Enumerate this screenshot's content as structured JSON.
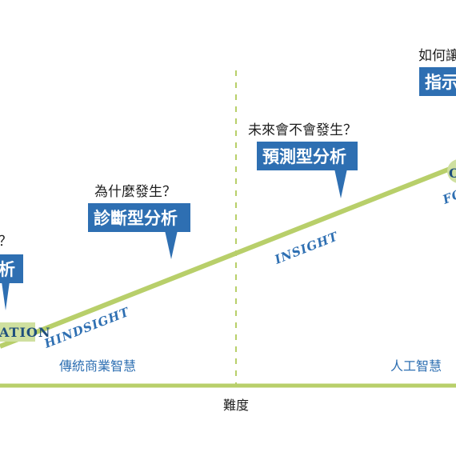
{
  "colors": {
    "line": "#b8cf6a",
    "box": "#2e6fb2",
    "stage_bg": "#cfe0a0",
    "axis_text": "#1e1e1e",
    "era_text": "#2e6fb2"
  },
  "axis": {
    "x_label": "難度"
  },
  "divider": {
    "style": "dashed"
  },
  "eras": {
    "left": "傳統商業智慧",
    "right": "人工智慧"
  },
  "stages": {
    "information": "ATION",
    "hindsight": "HINDSIGHT",
    "insight": "INSIGHT",
    "foresight_o": "O",
    "foresight": "FO"
  },
  "callouts": {
    "descriptive": {
      "question": "？",
      "label": "析"
    },
    "diagnostic": {
      "question": "為什麼發生？",
      "label": "診斷型分析"
    },
    "predictive": {
      "question": "未來會不會發生？",
      "label": "預測型分析"
    },
    "prescriptive": {
      "question": "如何讓",
      "label": "指示"
    }
  }
}
